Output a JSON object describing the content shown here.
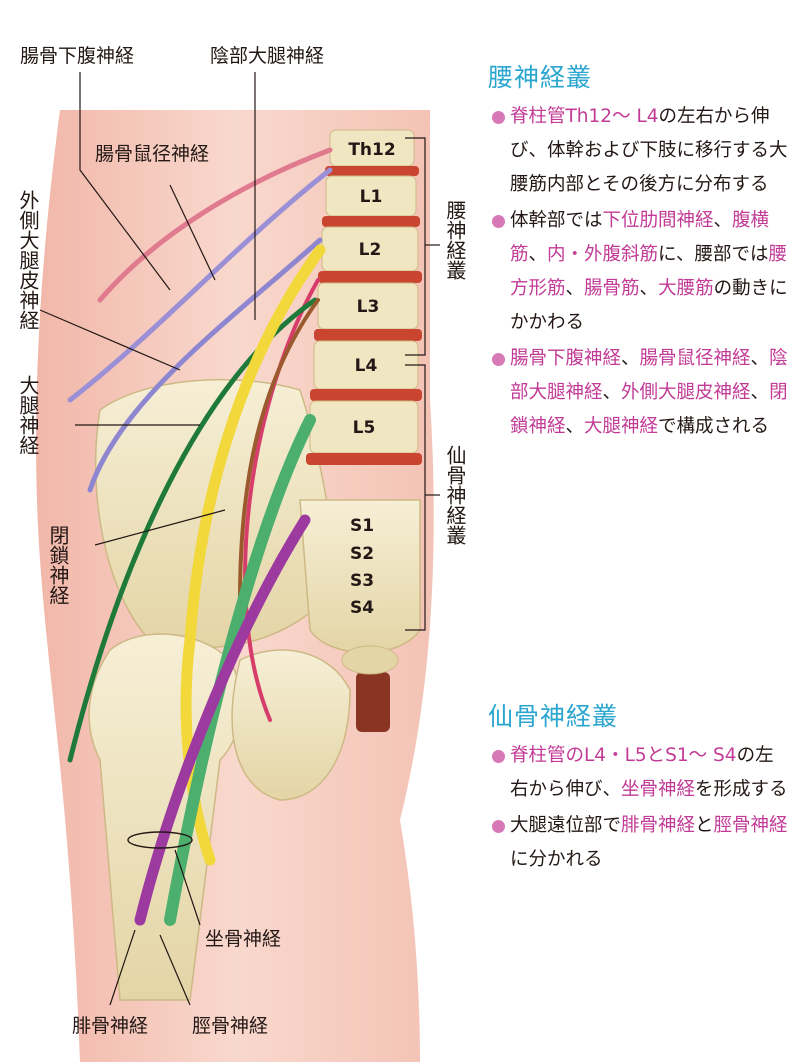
{
  "figure_labels": {
    "iliohypogastric": "腸骨下腹神経",
    "genitofemoral": "陰部大腿神経",
    "ilioinguinal": "腸骨鼠径神経",
    "lateral_femoral_cutaneous": "外側大腿皮神経",
    "femoral": "大腿神経",
    "obturator": "閉鎖神経",
    "sciatic": "坐骨神経",
    "peroneal": "腓骨神経",
    "tibial": "脛骨神経",
    "lumbar_bracket": "腰神経叢",
    "sacral_bracket": "仙骨神経叢"
  },
  "vertebrae": [
    "Th12",
    "L1",
    "L2",
    "L3",
    "L4",
    "L5"
  ],
  "sacral": [
    "S1",
    "S2",
    "S3",
    "S4"
  ],
  "nerve_colors": {
    "iliohypogastric": "#e07a8f",
    "ilioinguinal": "#9b8fd6",
    "genitofemoral": "#d63d6a",
    "lateral_femoral_cutaneous": "#8e86d0",
    "femoral": "#f2d83a",
    "obturator": "#9a5a2e",
    "green_branch": "#1f7a3a",
    "tibial": "#4caf6e",
    "peroneal": "#9c3aa0"
  },
  "lumbar": {
    "title": "腰神経叢",
    "items": [
      {
        "parts": [
          {
            "text": "脊柱管Th12〜 L4",
            "hl": true
          },
          {
            "text": "の左右から伸び、体幹および下肢に移行する大腰筋内部とその後方に分布する",
            "hl": false
          }
        ]
      },
      {
        "parts": [
          {
            "text": "体幹部では",
            "hl": false
          },
          {
            "text": "下位肋間神経",
            "hl": true
          },
          {
            "text": "、",
            "hl": false
          },
          {
            "text": "腹横筋",
            "hl": true
          },
          {
            "text": "、",
            "hl": false
          },
          {
            "text": "内・外腹斜筋",
            "hl": true
          },
          {
            "text": "に、腰部では",
            "hl": false
          },
          {
            "text": "腰方形筋",
            "hl": true
          },
          {
            "text": "、",
            "hl": false
          },
          {
            "text": "腸骨筋",
            "hl": true
          },
          {
            "text": "、",
            "hl": false
          },
          {
            "text": "大腰筋",
            "hl": true
          },
          {
            "text": "の動きにかかわる",
            "hl": false
          }
        ]
      },
      {
        "parts": [
          {
            "text": "腸骨下腹神経",
            "hl": true
          },
          {
            "text": "、",
            "hl": false
          },
          {
            "text": "腸骨鼠径神経",
            "hl": true
          },
          {
            "text": "、",
            "hl": false
          },
          {
            "text": "陰部大腿神経",
            "hl": true
          },
          {
            "text": "、",
            "hl": false
          },
          {
            "text": "外側大腿皮神経",
            "hl": true
          },
          {
            "text": "、",
            "hl": false
          },
          {
            "text": "閉鎖神経",
            "hl": true
          },
          {
            "text": "、",
            "hl": false
          },
          {
            "text": "大腿神経",
            "hl": true
          },
          {
            "text": "で構成される",
            "hl": false
          }
        ]
      }
    ]
  },
  "sacral_panel": {
    "title": "仙骨神経叢",
    "items": [
      {
        "parts": [
          {
            "text": "脊柱管のL4・L5とS1〜 S4",
            "hl": true
          },
          {
            "text": "の左右から伸び、",
            "hl": false
          },
          {
            "text": "坐骨神経",
            "hl": true
          },
          {
            "text": "を形成する",
            "hl": false
          }
        ]
      },
      {
        "parts": [
          {
            "text": "大腿遠位部で",
            "hl": false
          },
          {
            "text": "腓骨神経",
            "hl": true
          },
          {
            "text": "と",
            "hl": false
          },
          {
            "text": "脛骨神経",
            "hl": true
          },
          {
            "text": "に分かれる",
            "hl": false
          }
        ]
      }
    ]
  },
  "colors": {
    "title_blue": "#2aa6cf",
    "highlight_magenta": "#c23b96",
    "bullet_pink": "#d779b7",
    "skin": "#f6ccc0",
    "bone": "#f1e6c2"
  }
}
